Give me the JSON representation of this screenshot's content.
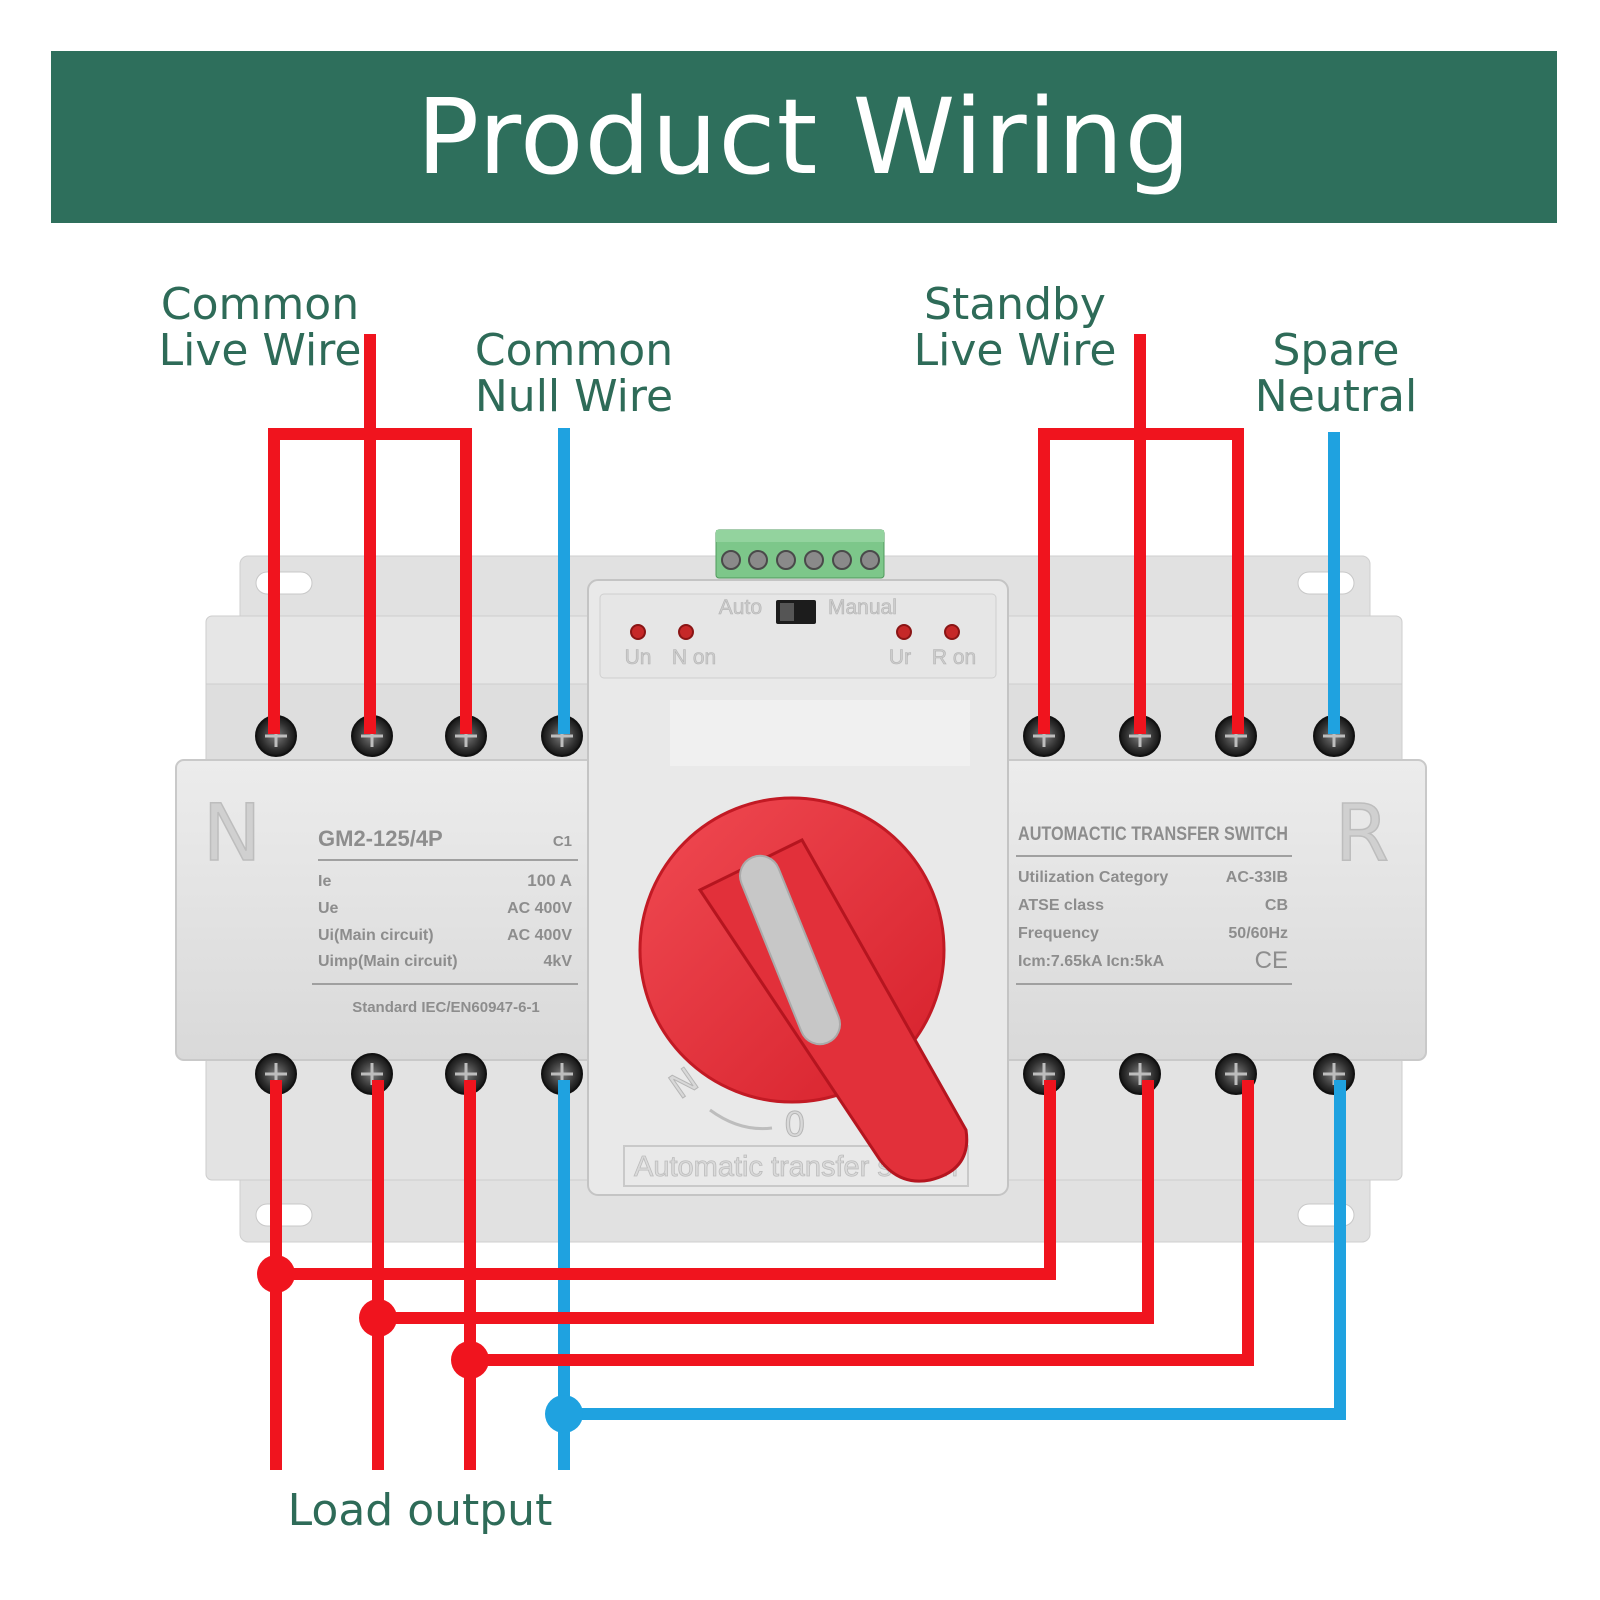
{
  "banner": {
    "title": "Product Wiring"
  },
  "labels": {
    "common_live_wire": [
      "Common",
      "Live Wire"
    ],
    "common_null_wire": [
      "Common",
      "Null Wire"
    ],
    "standby_live_wire": [
      "Standby",
      "Live Wire"
    ],
    "spare_neutral": [
      "Spare",
      "Neutral"
    ],
    "load_output": "Load output"
  },
  "device": {
    "left_letter": "N",
    "right_letter": "R",
    "mode_auto": "Auto",
    "mode_manual": "Manual",
    "indicators": [
      "Un",
      "N on",
      "Ur",
      "R on"
    ],
    "handle_positions": [
      "N",
      "0"
    ],
    "bottom_text": "Automatic transfer switch",
    "left_plate": {
      "model": "GM2-125/4P",
      "curve": "C1",
      "rows": [
        {
          "k": "Ie",
          "v": "100 A"
        },
        {
          "k": "Ue",
          "v": "AC 400V"
        },
        {
          "k": "Ui(Main circuit)",
          "v": "AC 400V"
        },
        {
          "k": "Uimp(Main circuit)",
          "v": "4kV"
        }
      ],
      "standard": "Standard IEC/EN60947-6-1"
    },
    "right_plate": {
      "title": "AUTOMACTIC TRANSFER SWITCH",
      "rows": [
        {
          "k": "Utilization Category",
          "v": "AC-33IB"
        },
        {
          "k": "ATSE class",
          "v": "CB"
        },
        {
          "k": "Frequency",
          "v": "50/60Hz"
        }
      ],
      "ratings": "Icm:7.65kA  Icn:5kA",
      "mark": "CE"
    }
  },
  "colors": {
    "banner": "#2e6f5c",
    "label": "#2e6b58",
    "live": "#f0141e",
    "neutral": "#1fa2e0",
    "handle": "#e8313c",
    "body": "#e4e4e4"
  }
}
